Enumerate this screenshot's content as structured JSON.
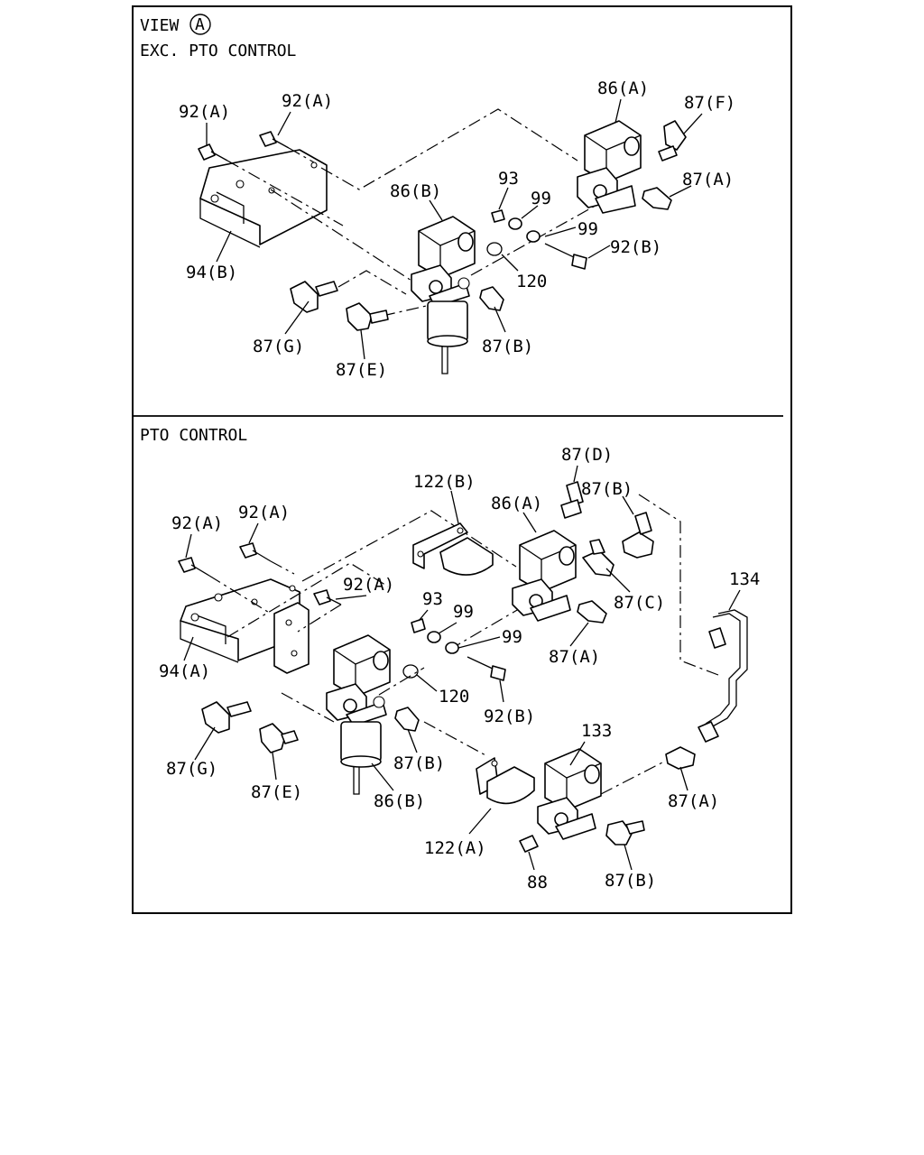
{
  "top_section": {
    "view_label": "VIEW",
    "view_marker": "A",
    "subtitle": "EXC. PTO CONTROL",
    "labels": [
      {
        "text": "92(A)"
      },
      {
        "text": "92(A)"
      },
      {
        "text": "86(A)"
      },
      {
        "text": "87(F)"
      },
      {
        "text": "87(A)"
      },
      {
        "text": "86(B)"
      },
      {
        "text": "93"
      },
      {
        "text": "99"
      },
      {
        "text": "99"
      },
      {
        "text": "92(B)"
      },
      {
        "text": "94(B)"
      },
      {
        "text": "120"
      },
      {
        "text": "87(G)"
      },
      {
        "text": "87(B)"
      },
      {
        "text": "87(E)"
      }
    ]
  },
  "bottom_section": {
    "subtitle": "PTO CONTROL",
    "labels": [
      {
        "text": "87(D)"
      },
      {
        "text": "122(B)"
      },
      {
        "text": "86(A)"
      },
      {
        "text": "87(B)"
      },
      {
        "text": "92(A)"
      },
      {
        "text": "92(A)"
      },
      {
        "text": "92(A)"
      },
      {
        "text": "134"
      },
      {
        "text": "93"
      },
      {
        "text": "99"
      },
      {
        "text": "99"
      },
      {
        "text": "87(C)"
      },
      {
        "text": "87(A)"
      },
      {
        "text": "94(A)"
      },
      {
        "text": "120"
      },
      {
        "text": "92(B)"
      },
      {
        "text": "87(B)"
      },
      {
        "text": "133"
      },
      {
        "text": "87(G)"
      },
      {
        "text": "87(E)"
      },
      {
        "text": "86(B)"
      },
      {
        "text": "87(A)"
      },
      {
        "text": "122(A)"
      },
      {
        "text": "88"
      },
      {
        "text": "87(B)"
      }
    ]
  }
}
